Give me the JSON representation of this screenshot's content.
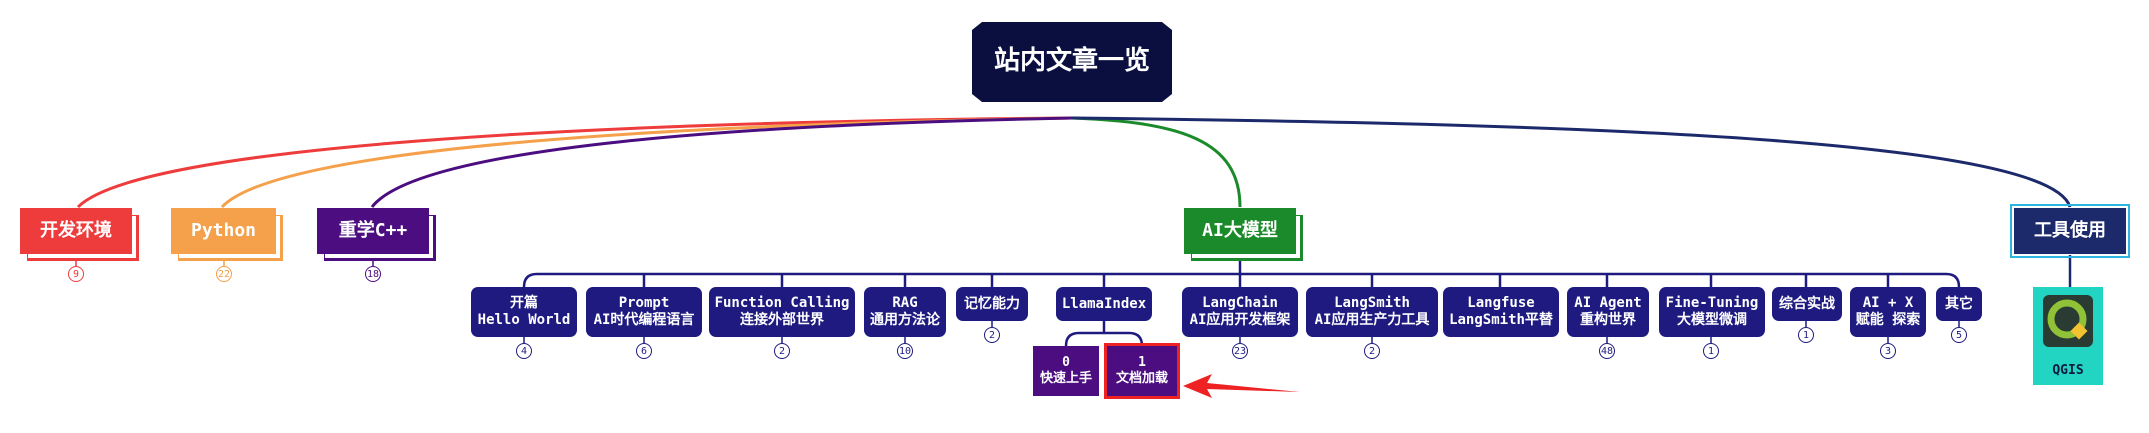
{
  "root": {
    "label": "站内文章一览"
  },
  "colors": {
    "root": "#0b0f3f",
    "dev": "#ee3b3b",
    "python": "#f5a04a",
    "cpp": "#4b0d80",
    "ai": "#1a8a2a",
    "tools": "#1c2a6b",
    "leaf": "#1e1a80",
    "sub": "#4b0d80",
    "arrow": "#ee2222",
    "qgis_bg": "#22d5c2"
  },
  "categories": [
    {
      "id": "dev",
      "label": "开发环境",
      "count": "9"
    },
    {
      "id": "python",
      "label": "Python",
      "count": "22"
    },
    {
      "id": "cpp",
      "label": "重学C++",
      "count": "18"
    },
    {
      "id": "ai",
      "label": "AI大模型"
    },
    {
      "id": "tools",
      "label": "工具使用"
    }
  ],
  "ai_children": [
    {
      "line1": "开篇",
      "line2": "Hello World",
      "count": "4"
    },
    {
      "line1": "Prompt",
      "line2": "AI时代编程语言",
      "count": "6"
    },
    {
      "line1": "Function Calling",
      "line2": "连接外部世界",
      "count": "2"
    },
    {
      "line1": "RAG",
      "line2": "通用方法论",
      "count": "10"
    },
    {
      "line1": "记忆能力",
      "line2": "",
      "count": "2"
    },
    {
      "line1": "LlamaIndex",
      "line2": "",
      "count": ""
    },
    {
      "line1": "LangChain",
      "line2": "AI应用开发框架",
      "count": "23"
    },
    {
      "line1": "LangSmith",
      "line2": "AI应用生产力工具",
      "count": "2"
    },
    {
      "line1": "Langfuse",
      "line2": "LangSmith平替",
      "count": ""
    },
    {
      "line1": "AI Agent",
      "line2": "重构世界",
      "count": "48"
    },
    {
      "line1": "Fine-Tuning",
      "line2": "大模型微调",
      "count": "1"
    },
    {
      "line1": "综合实战",
      "line2": "",
      "count": "1"
    },
    {
      "line1": "AI + X",
      "line2": "赋能 探索",
      "count": "3"
    },
    {
      "line1": "其它",
      "line2": "",
      "count": "5"
    }
  ],
  "llamaindex_children": [
    {
      "num": "0",
      "label": "快速上手"
    },
    {
      "num": "1",
      "label": "文档加载"
    }
  ],
  "tools_children": [
    {
      "label": "QGIS",
      "icon": "qgis-logo-icon"
    }
  ]
}
